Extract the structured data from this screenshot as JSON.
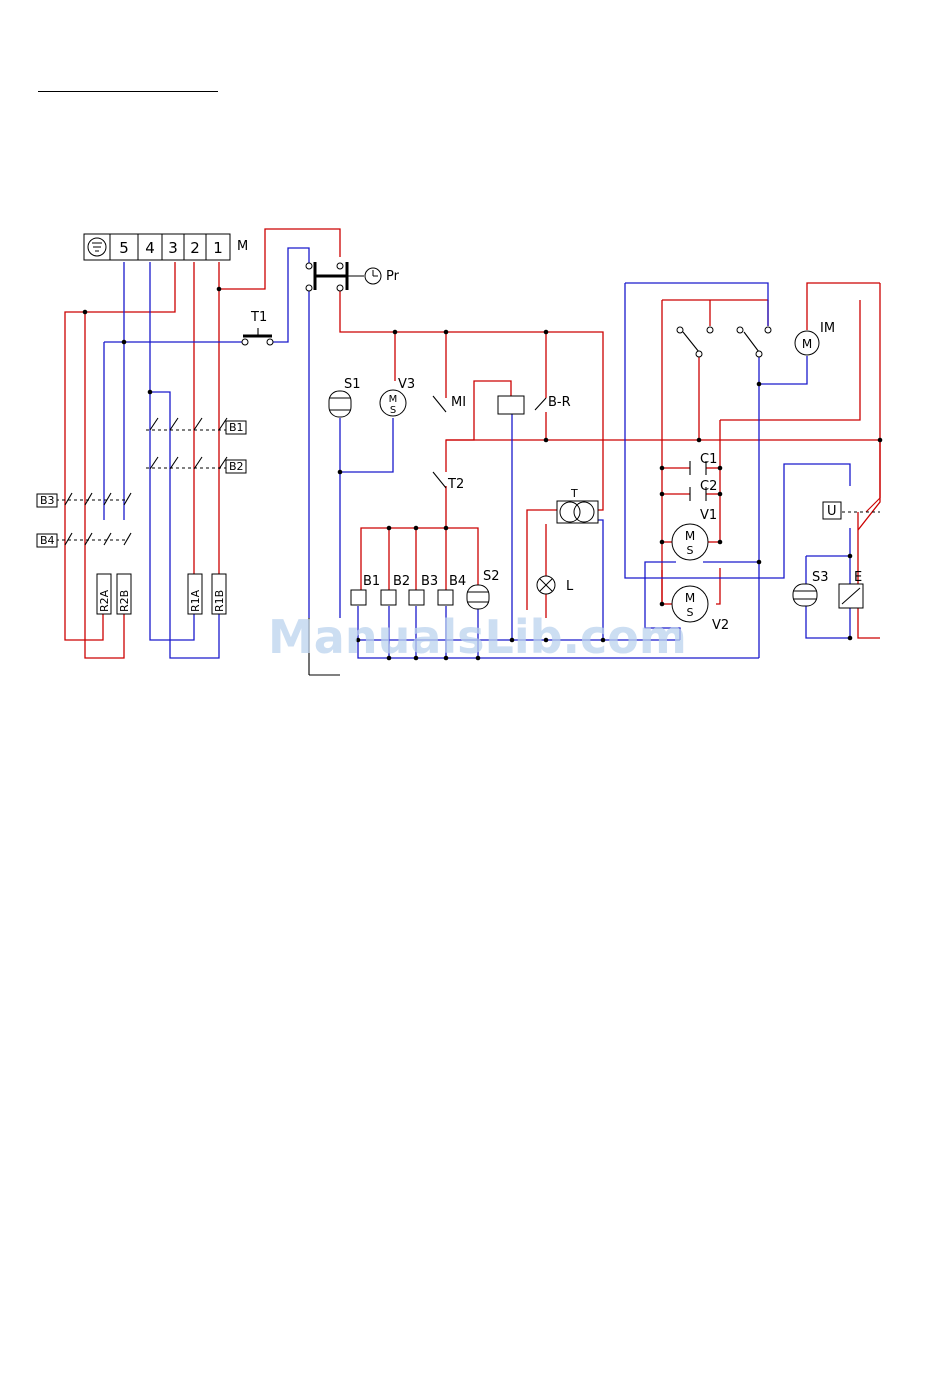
{
  "diagram": {
    "title_text": "",
    "terminal_block": {
      "label": "M",
      "terminals": [
        "5",
        "4",
        "3",
        "2",
        "1"
      ],
      "ground_icon": "earth-ground-icon"
    },
    "labels": {
      "pr": "Pr",
      "t1": "T1",
      "t2": "T2",
      "s1": "S1",
      "s2": "S2",
      "s3": "S3",
      "v1": "V1",
      "v2": "V2",
      "v3": "V3",
      "mi": "MI",
      "br": "B-R",
      "t": "T",
      "l": "L",
      "im": "IM",
      "c1": "C1",
      "c2": "C2",
      "u": "U",
      "e": "E",
      "b1": "B1",
      "b2": "B2",
      "b3": "B3",
      "b4": "B4",
      "r1a": "R1A",
      "r1b": "R1B",
      "r2a": "R2A",
      "r2b": "R2B",
      "motor_m": "M",
      "motor_s": "S"
    },
    "wire_colors": {
      "live": "#cc0000",
      "neutral": "#1a1acc",
      "earth": "#000000"
    }
  },
  "watermark": "ManualsLib.com"
}
